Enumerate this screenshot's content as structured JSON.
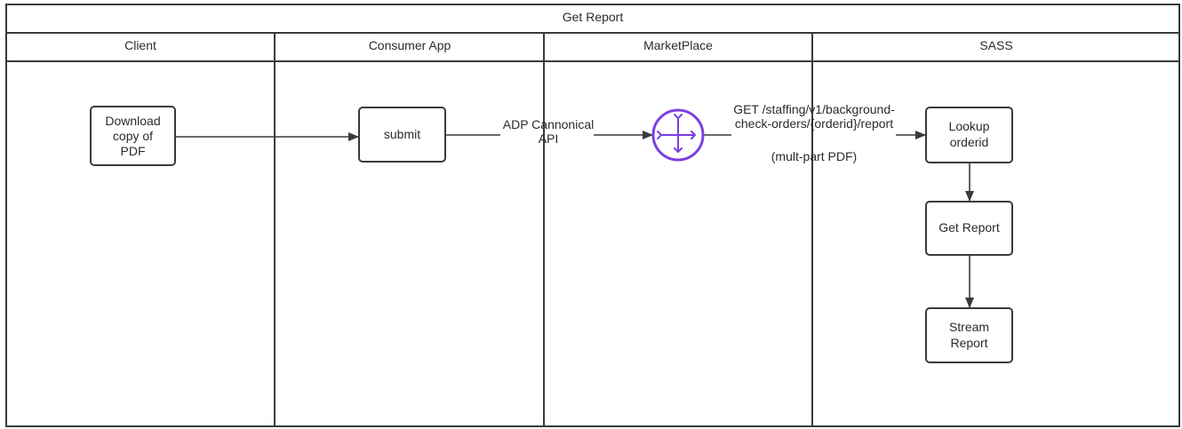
{
  "diagram": {
    "title": "Get Report",
    "lanes": [
      "Client",
      "Consumer App",
      "MarketPlace",
      "SASS"
    ],
    "nodes": {
      "download": [
        "Download",
        "copy of",
        "PDF"
      ],
      "submit": [
        "submit"
      ],
      "lookup": [
        "Lookup",
        "orderid"
      ],
      "get_report": [
        "Get Report"
      ],
      "stream_report": [
        "Stream",
        "Report"
      ]
    },
    "edge_labels": {
      "adp": [
        "ADP Cannonical",
        "API"
      ],
      "get_path": [
        "GET /staffing/v1/background-",
        "check-orders/{orderid}/report"
      ],
      "multipart": "(mult-part PDF)"
    },
    "router_icon": "router-icon",
    "colors": {
      "line": "#3a3a3a",
      "router": "#7b3fe4",
      "text": "#2b2b2b"
    }
  }
}
